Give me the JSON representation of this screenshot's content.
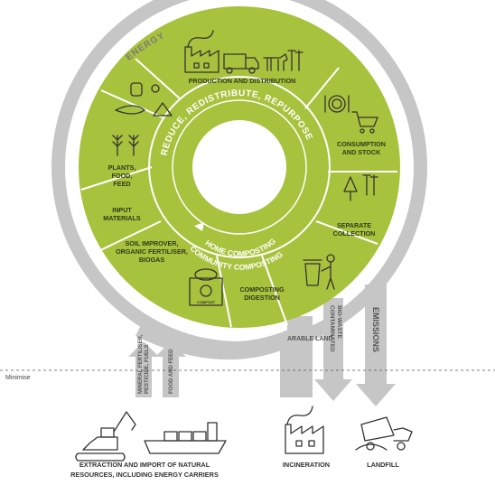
{
  "labels": {
    "energy": "ENERGY",
    "production": "PRODUCTION AND DISTRIBUTION",
    "consumption_1": "CONSUMPTION",
    "consumption_2": "AND STOCK",
    "separate_1": "SEPARATE",
    "separate_2": "COLLECTION",
    "composting_1": "COMPOSTING",
    "composting_2": "DIGESTION",
    "soil_1": "SOIL IMPROVER,",
    "soil_2": "ORGANIC FERTILISER,",
    "soil_3": "BIOGAS",
    "input_1": "INPUT",
    "input_2": "MATERIALS",
    "plants_1": "PLANTS,",
    "plants_2": "FOOD,",
    "plants_3": "FEED",
    "center_title": "REDUCE, REDISTRIBUTE, REPURPOSE",
    "home_composting": "HOME COMPOSTING",
    "community_composting": "COMMUNITY COMPOSTING",
    "arable_land": "ARABLE LAND",
    "contaminated_1": "CONTAMINATED",
    "contaminated_2": "BIO-WASTE",
    "emissions": "EMISSIONS",
    "mineral_1": "MINERAL FERTILISER,",
    "mineral_2": "PESTICIDE, FUELS",
    "food_feed": "FOOD AND FEED",
    "minimise": "Minimise",
    "extraction_1": "EXTRACTION AND IMPORT OF NATURAL",
    "extraction_2": "RESOURCES, INCLUDING ENERGY CARRIERS",
    "incineration": "INCINERATION",
    "landfill": "LANDFILL",
    "compost_sack": "COMPOST"
  },
  "colors": {
    "green": "#a7c23d",
    "grey": "#c6c6c6",
    "dark_text": "#333333",
    "white": "#ffffff"
  }
}
